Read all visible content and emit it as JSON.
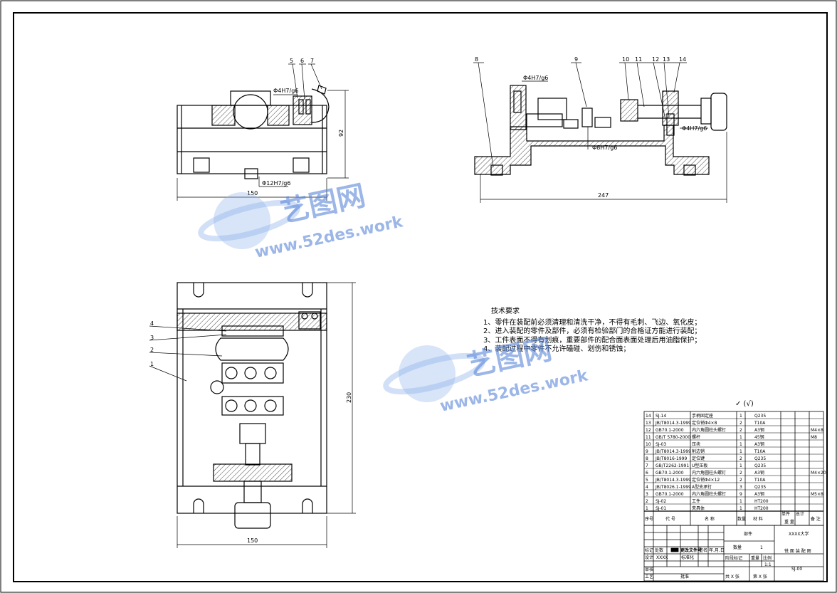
{
  "dimensions": {
    "top_left_height": "92",
    "top_left_width": "150",
    "top_left_fit": "Φ4H7/g6",
    "top_left_fit_bottom": "Φ12H7/g6",
    "top_right_width": "247",
    "top_right_fit_a": "Φ4H7/g6",
    "top_right_fit_b": "Φ8H7/g6",
    "top_right_fit_c": "Φ4H7/g6",
    "bottom_height": "230",
    "bottom_width": "150"
  },
  "balloons": {
    "left_view": [
      "5",
      "6",
      "7"
    ],
    "right_view": [
      "8",
      "9",
      "10",
      "11",
      "12",
      "13",
      "14"
    ],
    "plan_view": [
      "4",
      "3",
      "2",
      "1"
    ]
  },
  "tech_requirements": {
    "title": "技术要求",
    "items": [
      "1、零件在装配前必须清理和清洗干净，不得有毛刺、飞边、氧化皮；",
      "2、进入装配的零件及部件，必须有检验部门的合格证方能进行装配；",
      "3、工件表面不得有划痕，重要部件的配合面表面处理后用油脂保护；",
      "4、装配过程中零件不允许磕碰、划伤和锈蚀；"
    ]
  },
  "roughness_symbol": "✓ (√)",
  "watermark": {
    "cn": "艺图网",
    "url": "www.52des.work"
  },
  "bom": {
    "rows": [
      {
        "no": "14",
        "code": "SJ-14",
        "name": "手柄固定座",
        "qty": "1",
        "mat": "Q235",
        "note": ""
      },
      {
        "no": "13",
        "code": "JB/T8014.3-1999",
        "name": "定位销Φ4×8",
        "qty": "2",
        "mat": "T10A",
        "note": ""
      },
      {
        "no": "12",
        "code": "GB70.1-2000",
        "name": "内六角圆柱头螺钉",
        "qty": "2",
        "mat": "A3钢",
        "note": "M4×8"
      },
      {
        "no": "11",
        "code": "GB/T 5780-2000",
        "name": "螺杆",
        "qty": "1",
        "mat": "45钢",
        "note": "M8"
      },
      {
        "no": "10",
        "code": "SJ-03",
        "name": "压块",
        "qty": "1",
        "mat": "A3钢",
        "note": ""
      },
      {
        "no": "9",
        "code": "JB/T8014.3-1999",
        "name": "削边销",
        "qty": "1",
        "mat": "T10A",
        "note": ""
      },
      {
        "no": "8",
        "code": "JB/T8016-1999",
        "name": "定位键",
        "qty": "2",
        "mat": "Q235",
        "note": ""
      },
      {
        "no": "7",
        "code": "GB/T2262-1991",
        "name": "U型压板",
        "qty": "1",
        "mat": "Q235",
        "note": ""
      },
      {
        "no": "6",
        "code": "GB70.1-2000",
        "name": "内六角圆柱头螺钉",
        "qty": "2",
        "mat": "A3钢",
        "note": "M4×20"
      },
      {
        "no": "5",
        "code": "JB/T8014.3-1999",
        "name": "定位销Φ4×12",
        "qty": "2",
        "mat": "T10A",
        "note": ""
      },
      {
        "no": "4",
        "code": "JB/T8026.1-1999",
        "name": "A型支承钉",
        "qty": "3",
        "mat": "Q235",
        "note": ""
      },
      {
        "no": "3",
        "code": "GB70.1-2000",
        "name": "内六角圆柱头螺钉",
        "qty": "9",
        "mat": "A3钢",
        "note": "M5×8"
      },
      {
        "no": "2",
        "code": "SJ-02",
        "name": "工件",
        "qty": "1",
        "mat": "HT200",
        "note": ""
      },
      {
        "no": "1",
        "code": "SJ-01",
        "name": "夹具体",
        "qty": "1",
        "mat": "HT200",
        "note": ""
      }
    ],
    "header": {
      "no": "序号",
      "code": "代 号",
      "name": "名 称",
      "qty": "数量",
      "mat": "材 料",
      "unit_w": "单件",
      "total_w": "总计",
      "weight": "重 量",
      "note": "备 注"
    }
  },
  "title_block": {
    "assembly": "部件",
    "school": "XXXX大学",
    "qty_label": "数量",
    "qty": "1",
    "drawing_name": "铣 面 装 配 图",
    "stage_label": "阶段标记",
    "weight_label": "重量",
    "scale_label": "比例",
    "scale": "1:1",
    "drawing_no": "SJ-00",
    "sheet_total": "共 X 张",
    "sheet_no": "第 X 张",
    "mark_label": "标记",
    "count_label": "处数",
    "doc_label": "更改文件号",
    "sign_label": "签名",
    "date_label": "年.月.日",
    "design_label": "设计",
    "design_name": "XXXX",
    "std_label": "标准化",
    "check_label": "审核",
    "process_label": "工艺",
    "approve_label": "批准"
  }
}
